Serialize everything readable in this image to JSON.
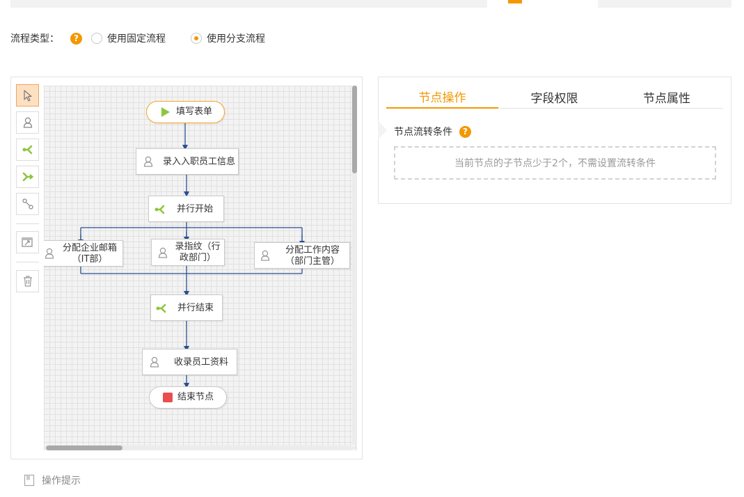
{
  "process_type": {
    "label": "流程类型：",
    "help_glyph": "?",
    "options": [
      {
        "label": "使用固定流程",
        "selected": false
      },
      {
        "label": "使用分支流程",
        "selected": true
      }
    ]
  },
  "toolbar": {
    "tools": [
      {
        "icon": "pointer-icon",
        "active": true
      },
      {
        "icon": "user-node-icon",
        "active": false
      },
      {
        "icon": "fork-icon",
        "active": false
      },
      {
        "icon": "join-icon",
        "active": false
      },
      {
        "icon": "connector-icon",
        "active": false
      },
      {
        "icon": "fit-view-icon",
        "active": false
      },
      {
        "icon": "trash-icon",
        "active": false
      }
    ]
  },
  "flow": {
    "nodes": [
      {
        "id": "start",
        "label": "填写表单",
        "kind": "start"
      },
      {
        "id": "entry",
        "label": "录入入职员工信息",
        "kind": "user"
      },
      {
        "id": "fork",
        "label": "并行开始",
        "kind": "fork"
      },
      {
        "id": "mail",
        "label": "分配企业邮箱（IT部）",
        "line1": "分配企业邮箱",
        "line2": "（IT部）",
        "kind": "user"
      },
      {
        "id": "finger",
        "label": "录指纹（行政部门）",
        "line1": "录指纹（行",
        "line2": "政部门）",
        "kind": "user"
      },
      {
        "id": "work",
        "label": "分配工作内容（部门主管）",
        "line1": "分配工作内容",
        "line2": "（部门主管）",
        "kind": "user"
      },
      {
        "id": "join",
        "label": "并行结束",
        "kind": "fork"
      },
      {
        "id": "collect",
        "label": "收录员工资料",
        "kind": "user"
      },
      {
        "id": "end",
        "label": "结束节点",
        "kind": "end"
      }
    ],
    "edge_color": "#2a4f8f",
    "start_color": "#8dc63f",
    "end_color": "#e84e4e",
    "fork_color": "#8dc63f"
  },
  "props": {
    "tabs": [
      {
        "label": "节点操作",
        "active": true
      },
      {
        "label": "字段权限",
        "active": false
      },
      {
        "label": "节点属性",
        "active": false
      }
    ],
    "condition_label": "节点流转条件",
    "condition_help": "?",
    "condition_message": "当前节点的子节点少于2个，不需设置流转条件"
  },
  "tip": {
    "label": "操作提示"
  },
  "colors": {
    "accent": "#f39800",
    "border": "#e3e3e3"
  }
}
